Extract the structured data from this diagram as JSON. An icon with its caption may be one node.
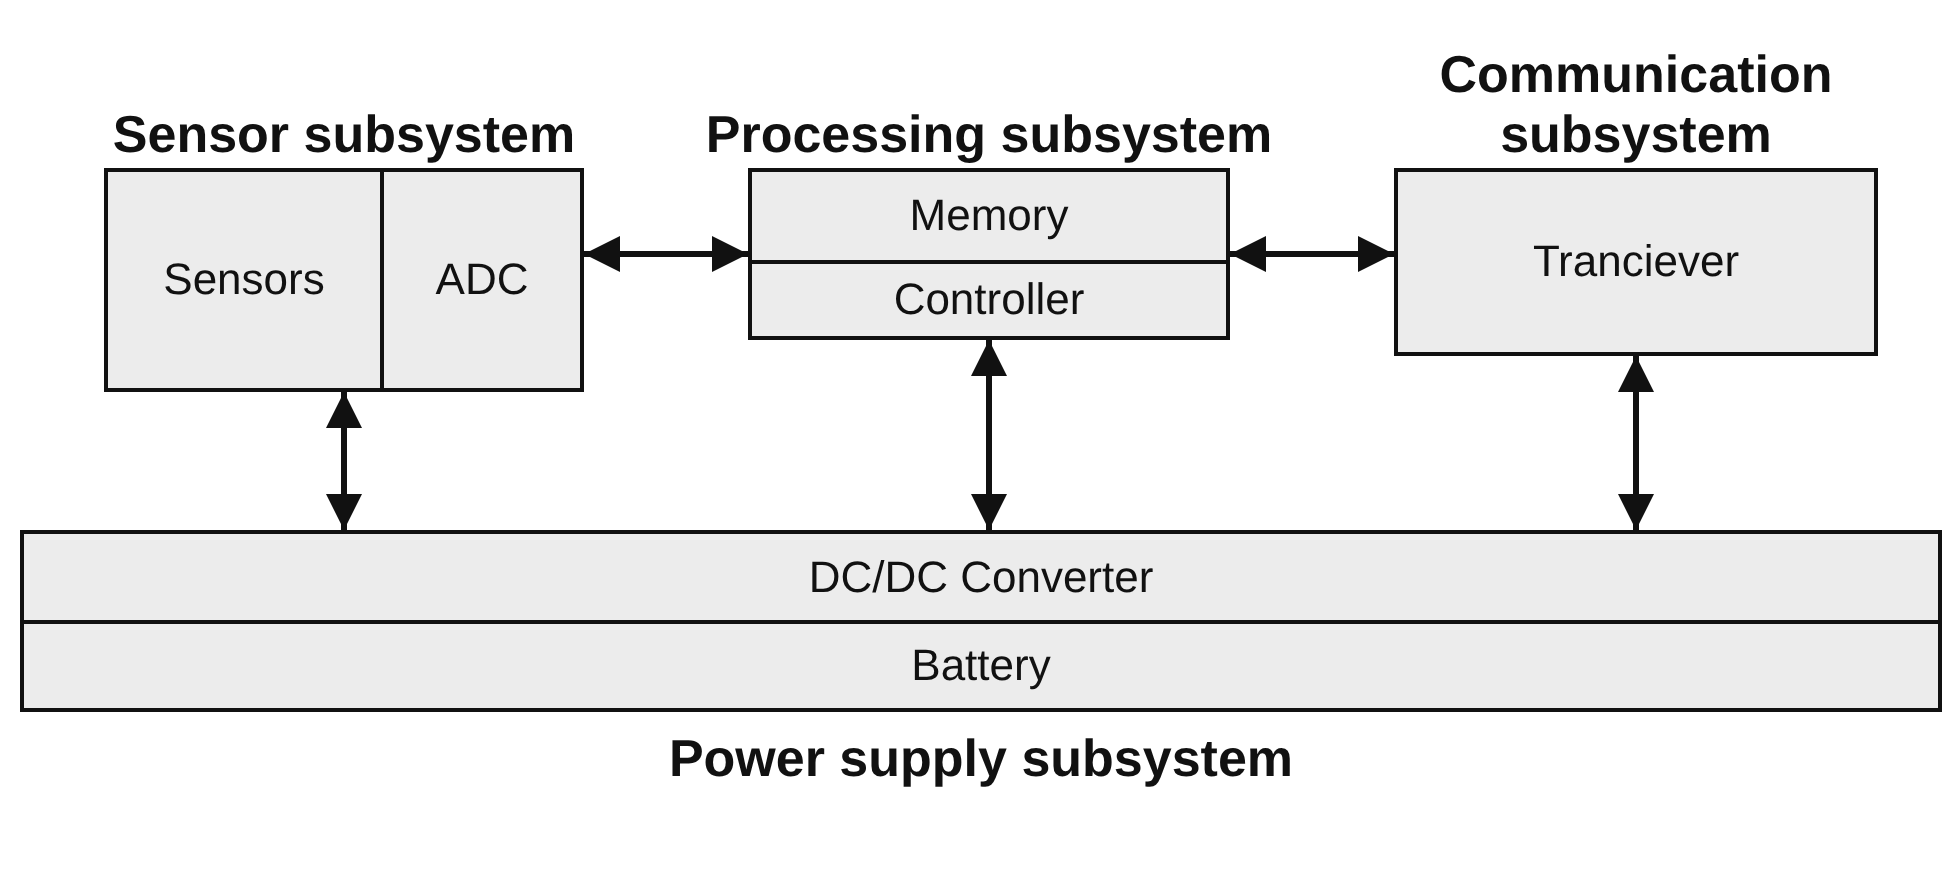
{
  "diagram": {
    "nodes": [
      {
        "text": [
          "Sensor subsystem"
        ]
      },
      {
        "text": [
          "Sensors"
        ],
        "in": 0
      },
      {
        "text": [
          "ADC"
        ],
        "in": 0
      },
      {
        "text": [
          "Processing subsystem"
        ]
      },
      {
        "text": [
          "Memory"
        ],
        "in": 3
      },
      {
        "text": [
          "Controller"
        ],
        "in": 3
      },
      {
        "text": [
          "Communication subsystem",
          "Tranciever"
        ]
      },
      {
        "text": [
          "Power supply subsystem"
        ]
      },
      {
        "text": [
          "DC/DC Converter"
        ],
        "in": 7
      },
      {
        "text": [
          "Battery"
        ],
        "in": 7
      }
    ],
    "edges": [
      {
        "from": 0,
        "to": 3,
        "arrow": "both"
      },
      {
        "from": 3,
        "to": 6,
        "arrow": "both"
      },
      {
        "from": 0,
        "to": 7,
        "arrow": "both"
      },
      {
        "from": 3,
        "to": 7,
        "arrow": "both"
      },
      {
        "from": 6,
        "to": 7,
        "arrow": "both"
      }
    ]
  }
}
